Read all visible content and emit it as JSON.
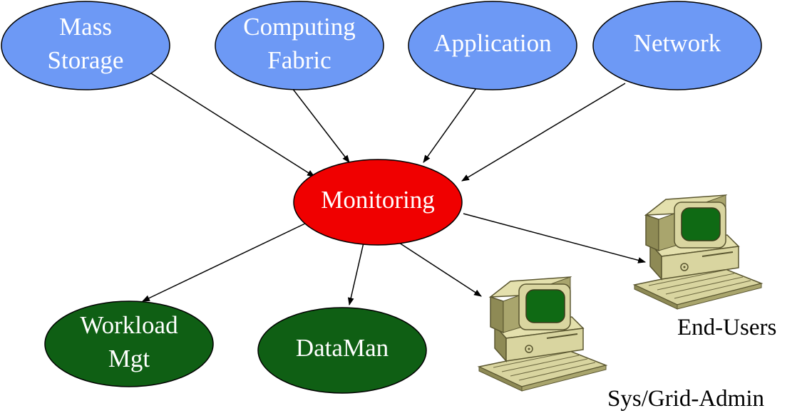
{
  "colors": {
    "source_fill": "#6d99f5",
    "monitor_fill": "#f00000",
    "consumer_fill": "#0f5f14",
    "node_text": "#ffffff",
    "edge": "#000000",
    "computer_body": "#d9d5a0",
    "computer_shadow": "#8e8a55",
    "computer_screen": "#0f6a14"
  },
  "sources": [
    {
      "line1": "Mass",
      "line2": "Storage"
    },
    {
      "line1": "Computing",
      "line2": "Fabric"
    },
    {
      "line1": "Application",
      "line2": ""
    },
    {
      "line1": "Network",
      "line2": ""
    }
  ],
  "center": {
    "label": "Monitoring"
  },
  "consumers": [
    {
      "line1": "Workload",
      "line2": "Mgt"
    },
    {
      "line1": "DataMan",
      "line2": ""
    }
  ],
  "users": [
    {
      "label": "Sys/Grid-Admin",
      "icon": "computer-icon"
    },
    {
      "label": "End-Users",
      "icon": "computer-icon"
    }
  ]
}
